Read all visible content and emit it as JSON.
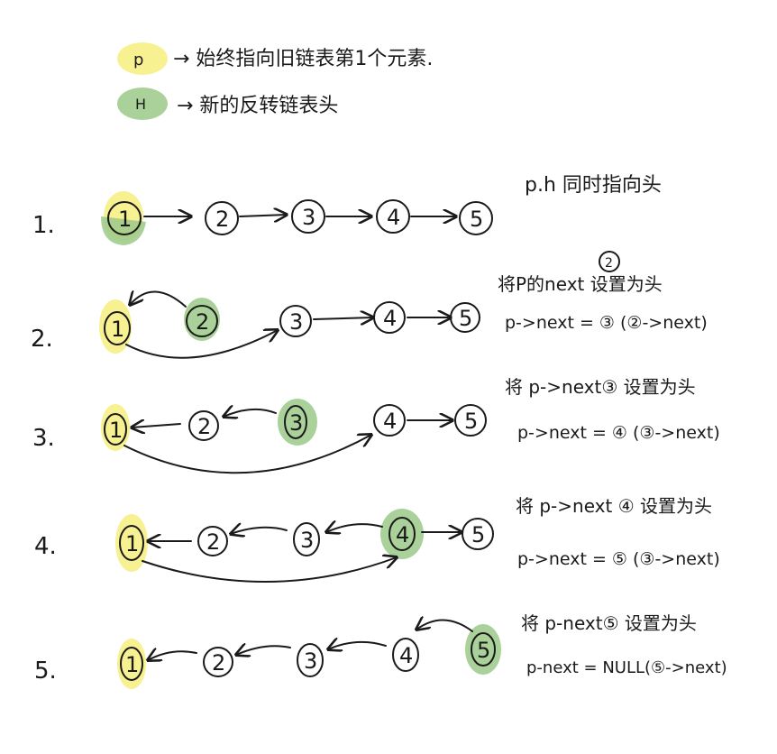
{
  "legend": [
    {
      "key": "p",
      "text": "→ 始终指向旧链表第1个元素.",
      "color": "#f6ef7e"
    },
    {
      "key": "H",
      "text": "→ 新的反转链表头",
      "color": "#9cc98a"
    }
  ],
  "nodes": [
    "1",
    "2",
    "3",
    "4",
    "5"
  ],
  "steps": [
    {
      "label": "1.",
      "notes": [
        "p.h 同时指向头"
      ]
    },
    {
      "label": "2.",
      "notes": [
        "将P的next 设置为头",
        "p->next = ③ (②->next)"
      ],
      "badge": "2"
    },
    {
      "label": "3.",
      "notes": [
        "将 p->next③ 设置为头",
        "p->next = ④ (③->next)"
      ]
    },
    {
      "label": "4.",
      "notes": [
        "将 p->next ④ 设置为头",
        "p->next = ⑤ (③->next)"
      ]
    },
    {
      "label": "5.",
      "notes": [
        "将 p-next⑤ 设置为头",
        "p-next = NULL(⑤->next)"
      ]
    }
  ],
  "colors": {
    "p_highlight": "#f6ef7e",
    "h_highlight": "#9cc98a",
    "ink": "#1a1a1a"
  }
}
